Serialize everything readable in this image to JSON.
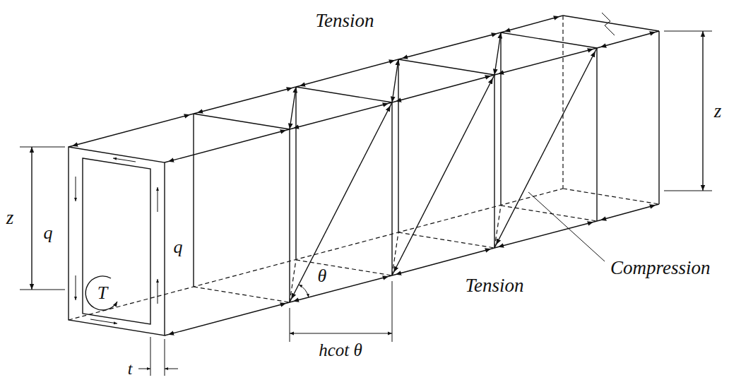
{
  "diagram": {
    "labels": [
      "Tension",
      "z",
      "z",
      "q",
      "T",
      "q",
      "Compression",
      "θ",
      "Tension",
      "hcot θ",
      "t"
    ]
  }
}
